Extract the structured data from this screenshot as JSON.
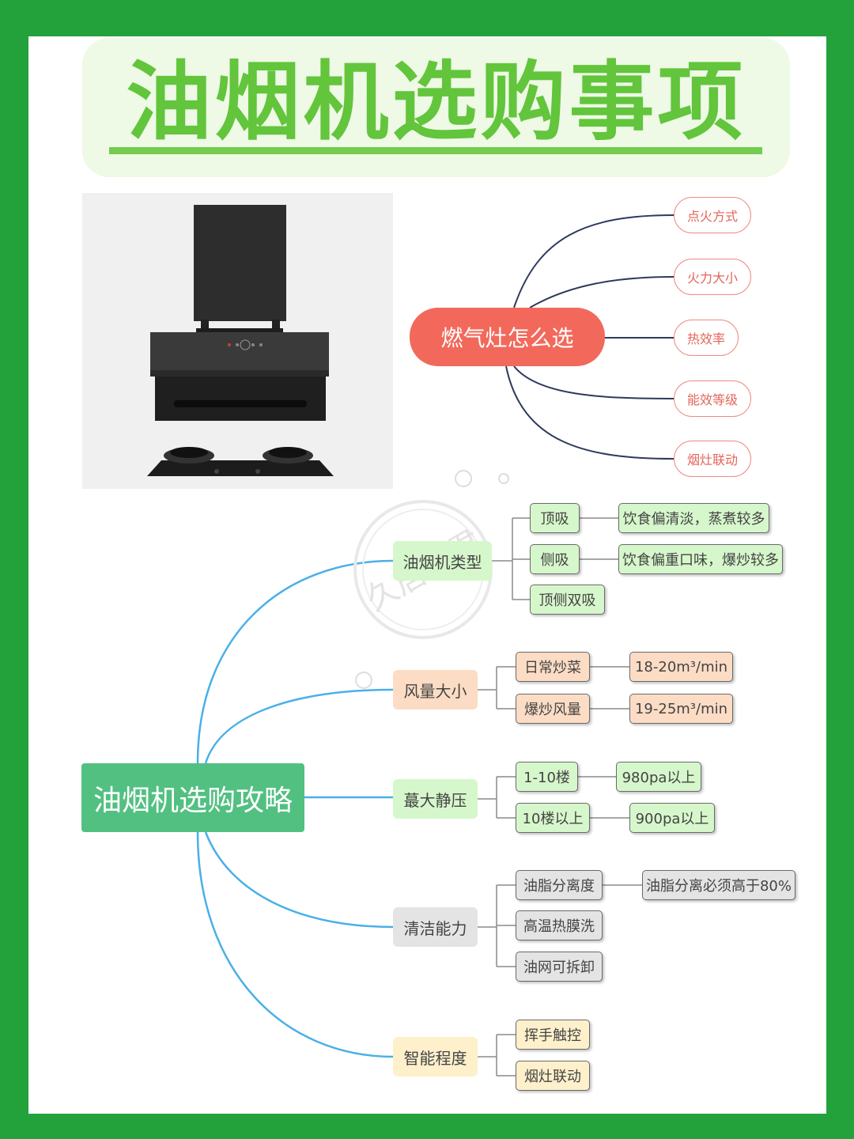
{
  "title": "油烟机选购事项",
  "gas_stove": {
    "root": "燃气灶怎么选",
    "items": [
      "点火方式",
      "火力大小",
      "热效率",
      "能效等级",
      "烟灶联动"
    ]
  },
  "hood": {
    "root": "油烟机选购攻略",
    "branches": [
      {
        "label": "油烟机类型",
        "children": [
          {
            "label": "顶吸",
            "detail": "饮食偏清淡，蒸煮较多"
          },
          {
            "label": "侧吸",
            "detail": "饮食偏重口味，爆炒较多"
          },
          {
            "label": "顶侧双吸",
            "detail": ""
          }
        ]
      },
      {
        "label": "风量大小",
        "children": [
          {
            "label": "日常炒菜",
            "detail": "18-20m³/min"
          },
          {
            "label": "爆炒风量",
            "detail": "19-25m³/min"
          }
        ]
      },
      {
        "label": "蕞大静压",
        "children": [
          {
            "label": "1-10楼",
            "detail": "980pa以上"
          },
          {
            "label": "10楼以上",
            "detail": "900pa以上"
          }
        ]
      },
      {
        "label": "清洁能力",
        "children": [
          {
            "label": "油脂分离度",
            "detail": "油脂分离必须高于80%"
          },
          {
            "label": "高温热膜洗",
            "detail": ""
          },
          {
            "label": "油网可拆卸",
            "detail": ""
          }
        ]
      },
      {
        "label": "智能程度",
        "children": [
          {
            "label": "挥手触控",
            "detail": ""
          },
          {
            "label": "烟灶联动",
            "detail": ""
          }
        ]
      }
    ]
  },
  "watermark": "久居君君",
  "colors": {
    "frame": "#23a13a",
    "title": "#62c53c",
    "red_root": "#f2695c",
    "green_root": "#52c081",
    "blue_line": "#4ab0e8",
    "navy_line": "#2f3a5c"
  }
}
